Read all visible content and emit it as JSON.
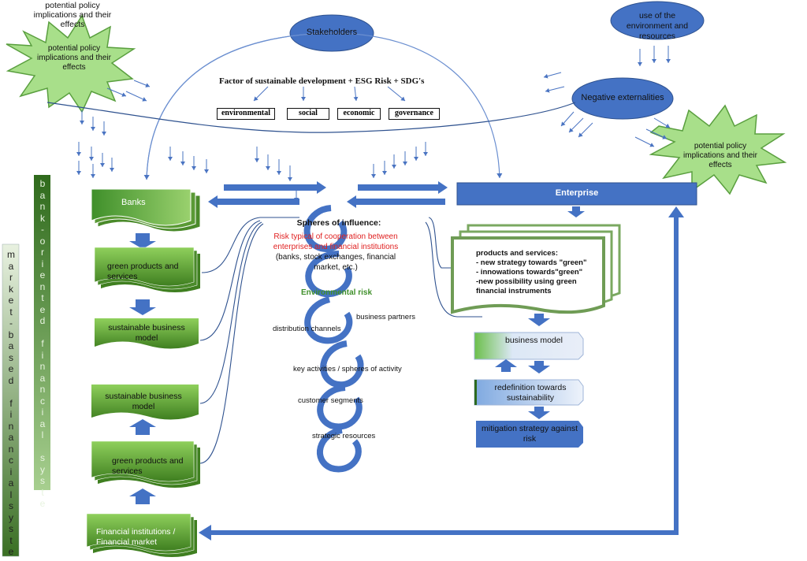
{
  "top_left_caption": "potential policy implications and their effects",
  "starburst_left": "potential policy implications and their effects",
  "starburst_right": "potential policy implications and their effects",
  "stakeholders": "Stakeholders",
  "env_resources": "use of the environment and resources",
  "negative_externalities": "Negative externalities",
  "factor_title": "Factor of sustainable development + ESG Risk + SDG's",
  "pillars": [
    "environmental",
    "social",
    "economic",
    "governance"
  ],
  "banks": "Banks",
  "enterprise": "Enterprise",
  "left_column": {
    "green_products_top": "green products and services",
    "sustainable_model_top": "sustainable business model",
    "sustainable_model_bottom": "sustainable business model",
    "green_products_bottom": "green products and services",
    "financial_institutions": "Financial institutions / Financial market"
  },
  "vertical_labels": {
    "bank_oriented": "bank-oriented financial syste",
    "market_based": "market-based financialsyste"
  },
  "spheres": {
    "title": "Spheres of influence:",
    "risk_red": "Risk typical of cooperation between enterprises and financial institutions",
    "risk_black": "(banks, stock exchanges, financial market, etc.)",
    "env_risk": "Environmental risk",
    "business_partners": "business partners",
    "distribution_channels": "distribution channels",
    "key_activities": "key activities / spheres of activity",
    "customer_segments": "customer segments",
    "strategic_resources": "strategic resources"
  },
  "products_card": {
    "heading": "products and services:",
    "line1": "- new strategy towards \"green\"",
    "line2": "- innowations towards\"green\"",
    "line3": "-new possibility using green financial instruments"
  },
  "right_column": {
    "business_model": "business model",
    "redefinition": "redefinition towards sustainability",
    "mitigation": "mitigation strategy against risk"
  },
  "colors": {
    "green_dark": "#4a8a2a",
    "green_light": "#7cc14e",
    "blue": "#4472c4",
    "starburst": "#a8df8a"
  }
}
